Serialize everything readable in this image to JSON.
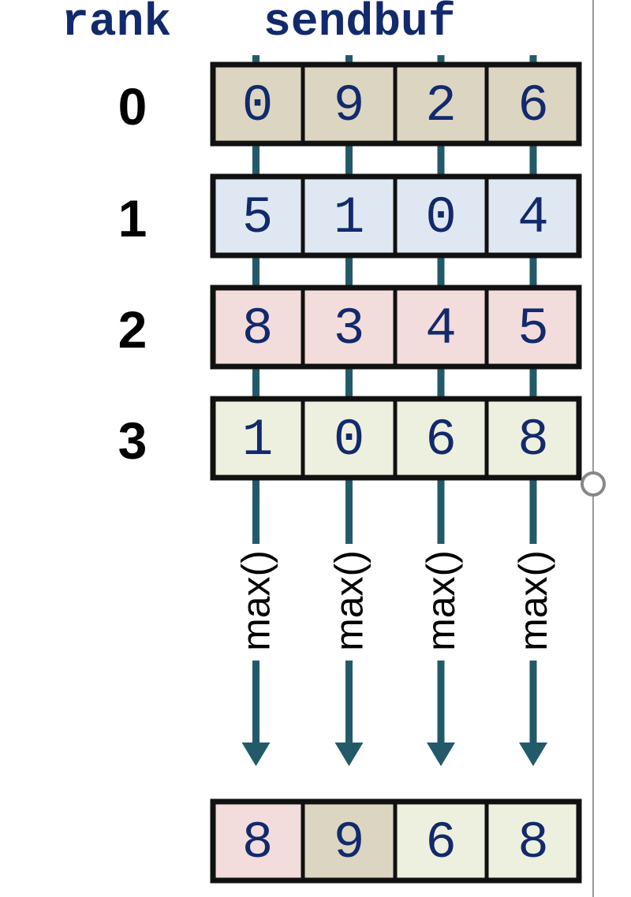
{
  "header": {
    "rank_label": "rank",
    "sendbuf_label": "sendbuf"
  },
  "rows": [
    {
      "rank": "0",
      "values": [
        "0",
        "9",
        "2",
        "6"
      ],
      "color": "#dcd5c1"
    },
    {
      "rank": "1",
      "values": [
        "5",
        "1",
        "0",
        "4"
      ],
      "color": "#dfe7f2"
    },
    {
      "rank": "2",
      "values": [
        "8",
        "3",
        "4",
        "5"
      ],
      "color": "#f3dcdc"
    },
    {
      "rank": "3",
      "values": [
        "1",
        "0",
        "6",
        "8"
      ],
      "color": "#eef0df"
    }
  ],
  "operation_label": "max()",
  "result": {
    "values": [
      "8",
      "9",
      "6",
      "8"
    ],
    "colors": [
      "#f3dcdc",
      "#dcd5c1",
      "#eef0df",
      "#eef0df"
    ]
  },
  "colors": {
    "arrow": "#235a6a",
    "text": "#122a6c",
    "border": "#111111"
  }
}
